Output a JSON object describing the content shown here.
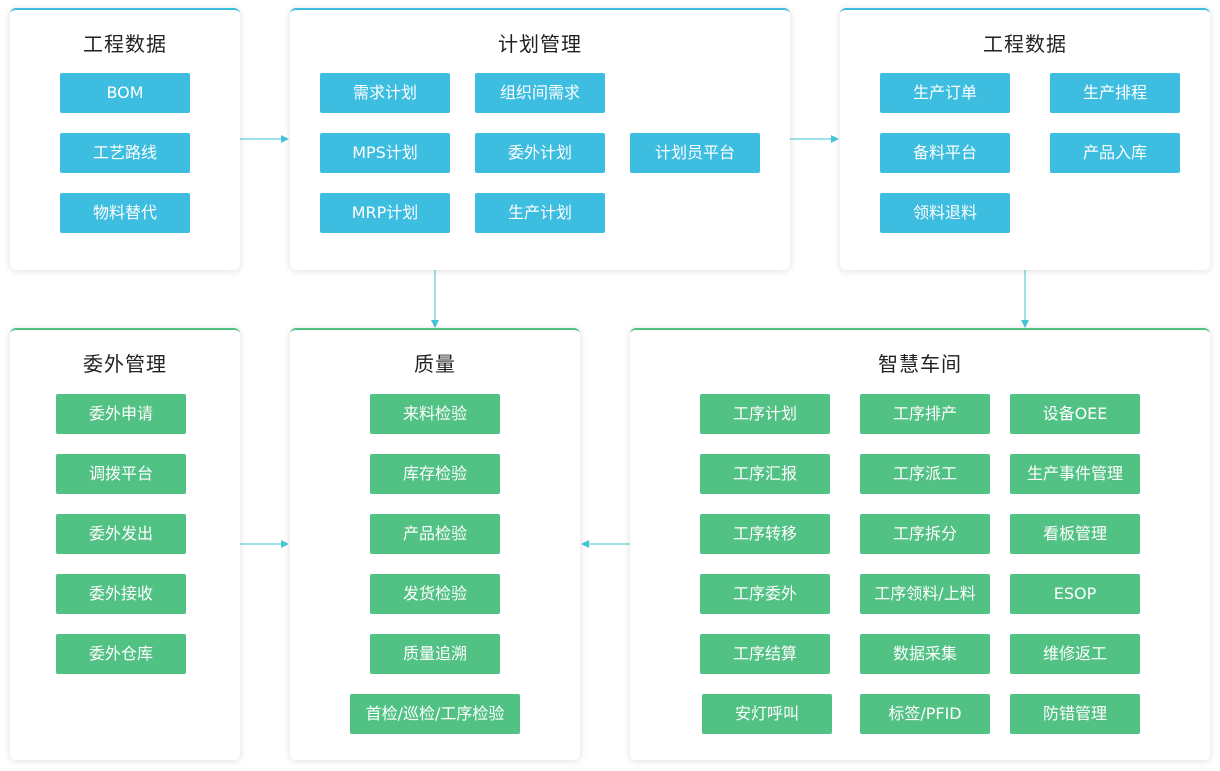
{
  "colors": {
    "blue": "#3dbde0",
    "green": "#52c184",
    "connector": "#45c4d6"
  },
  "panels": {
    "eng_left": {
      "title": "工程数据",
      "items": [
        "BOM",
        "工艺路线",
        "物料替代"
      ]
    },
    "plan": {
      "title": "计划管理",
      "col1": [
        "需求计划",
        "MPS计划",
        "MRP计划"
      ],
      "col2": [
        "组织间需求",
        "委外计划",
        "生产计划"
      ],
      "platform": "计划员平台"
    },
    "eng_right": {
      "title": "工程数据",
      "col1": [
        "生产订单",
        "备料平台",
        "领料退料"
      ],
      "col2": [
        "生产排程",
        "产品入库"
      ]
    },
    "outsource": {
      "title": "委外管理",
      "items": [
        "委外申请",
        "调拨平台",
        "委外发出",
        "委外接收",
        "委外仓库"
      ]
    },
    "quality": {
      "title": "质量",
      "items": [
        "来料检验",
        "库存检验",
        "产品检验",
        "发货检验",
        "质量追溯",
        "首检/巡检/工序检验"
      ]
    },
    "workshop": {
      "title": "智慧车间",
      "col1": [
        "工序计划",
        "工序汇报",
        "工序转移",
        "工序委外",
        "工序结算",
        "安灯呼叫"
      ],
      "col2": [
        "工序排产",
        "工序派工",
        "工序拆分",
        "工序领料/上料",
        "数据采集",
        "标签/PFID"
      ],
      "col3": [
        "设备OEE",
        "生产事件管理",
        "看板管理",
        "ESOP",
        "维修返工",
        "防错管理"
      ]
    }
  }
}
